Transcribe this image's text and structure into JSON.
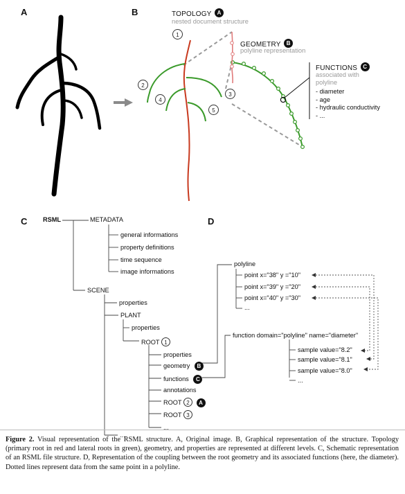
{
  "panels": {
    "a": "A",
    "b": "B",
    "c": "C",
    "d": "D"
  },
  "panel_b": {
    "topology_title": "TOPOLOGY",
    "topology_badge": "A",
    "topology_sub": "nested document structure",
    "geometry_title": "GEOMETRY",
    "geometry_badge": "B",
    "geometry_sub": "polyline representation",
    "functions_title": "FUNCTIONS",
    "functions_badge": "C",
    "functions_sub_1": "associated with",
    "functions_sub_2": "polyline",
    "functions_list": [
      "- diameter",
      "- age",
      "- hydraulic conductivity",
      "- ..."
    ],
    "root_numbers": [
      "1",
      "2",
      "3",
      "4",
      "5"
    ],
    "colors": {
      "primary_root": "#c8391e",
      "lateral_root": "#3a9a2a",
      "geometry_pink": "#e07a7a",
      "dashed": "#999999",
      "arrow": "#8a8a8a"
    }
  },
  "panel_c": {
    "rsml": "RSML",
    "metadata": "METADATA",
    "meta_items": [
      "general informations",
      "property definitions",
      "time sequence",
      "image informations"
    ],
    "scene": "SCENE",
    "scene_properties": "properties",
    "plant": "PLANT",
    "plant_properties": "properties",
    "root": "ROOT",
    "root_num": "1",
    "root_items": {
      "properties": "properties",
      "geometry": "geometry",
      "geometry_badge": "B",
      "functions": "functions",
      "functions_badge": "C",
      "annotations": "annotations",
      "root2": "ROOT",
      "root2_num": "2",
      "root2_badge": "A",
      "root3": "ROOT",
      "root3_num": "3",
      "ellipsis": "..."
    },
    "scene_ellipsis": "...."
  },
  "panel_d": {
    "polyline": "polyline",
    "points": [
      "point x=\"38\" y =\"10\"",
      "point x=\"39\" y =\"20\"",
      "point x=\"40\" y =\"30\"",
      "..."
    ],
    "function": "function domain=\"polyline\" name=\"diameter\"",
    "samples": [
      "sample value=\"8.2\"",
      "sample value=\"8.1\"",
      "sample value=\"8.0\"",
      "..."
    ]
  },
  "caption": {
    "label": "Figure 2.",
    "text": "Visual representation of the RSML structure. A, Original image. B, Graphical representation of the structure. Topology (primary root in red and lateral roots in green), geometry, and properties are represented at different levels. C, Schematic representation of an RSML file structure. D, Representation of the coupling between the root geometry and its associated functions (here, the diameter). Dotted lines represent data from the same point in a polyline."
  }
}
